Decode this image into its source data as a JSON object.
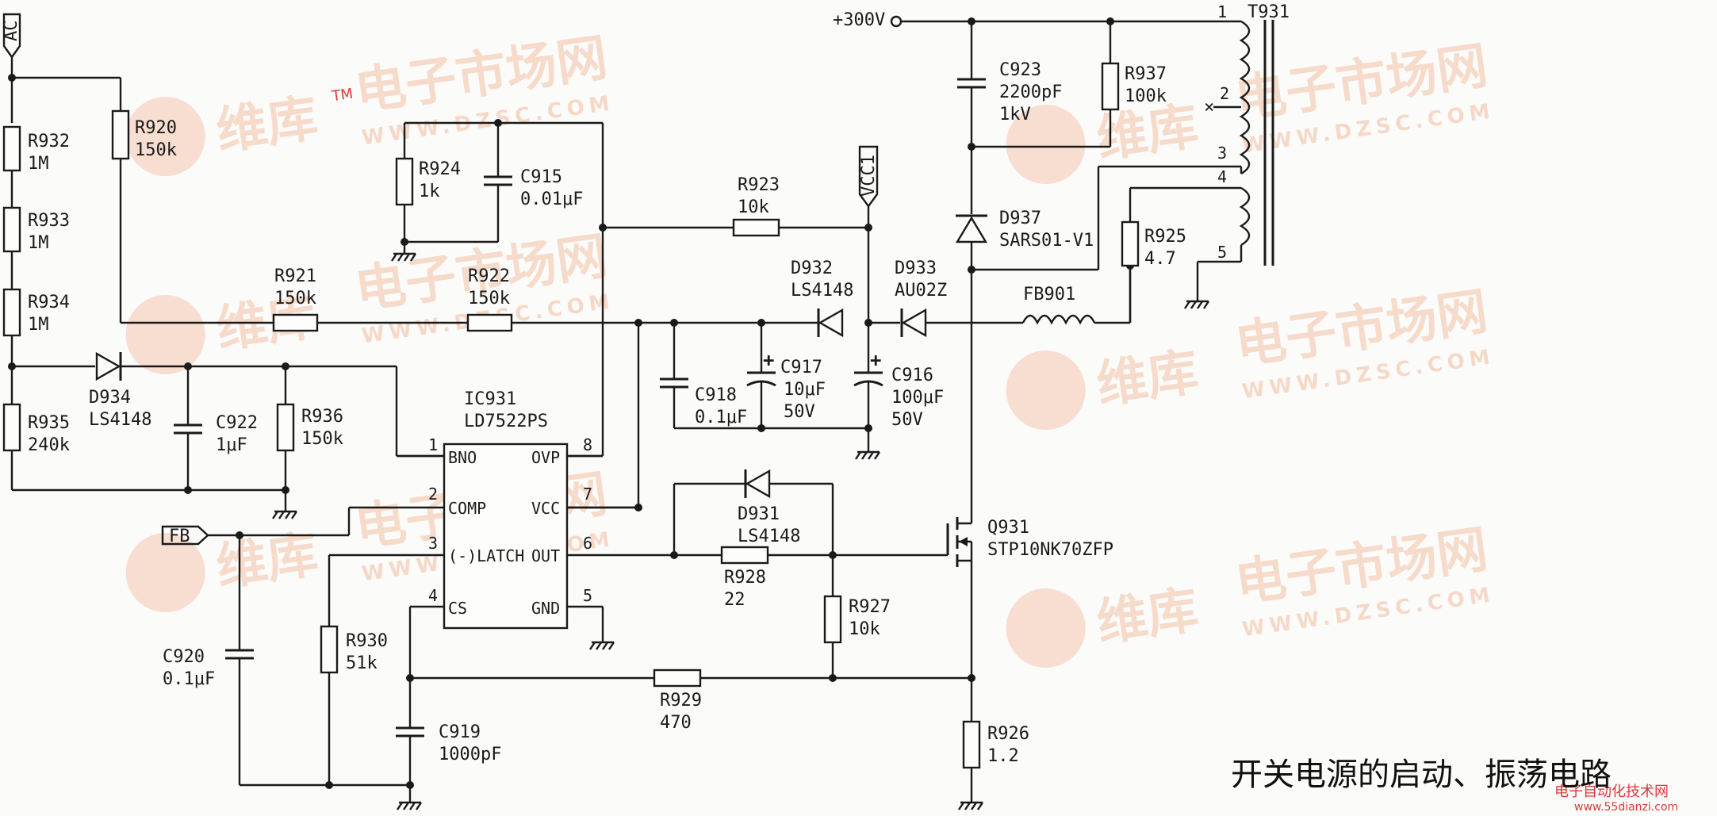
{
  "title": "开关电源的启动、振荡电路",
  "watermark": {
    "brand": "维库",
    "market": "电子市场网",
    "tm": "TM",
    "url": "WWW.DZSC.COM",
    "corner_site": "电子自动化技术网",
    "corner_url": "www.55dianzi.com"
  },
  "nets": {
    "ac": "AC",
    "vcc1": "VCC1",
    "fb": "FB",
    "hv": "+300V"
  },
  "resistors": {
    "r932": {
      "ref": "R932",
      "val": "1M"
    },
    "r933": {
      "ref": "R933",
      "val": "1M"
    },
    "r934": {
      "ref": "R934",
      "val": "1M"
    },
    "r935": {
      "ref": "R935",
      "val": "240k"
    },
    "r920": {
      "ref": "R920",
      "val": "150k"
    },
    "r921": {
      "ref": "R921",
      "val": "150k"
    },
    "r922": {
      "ref": "R922",
      "val": "150k"
    },
    "r924": {
      "ref": "R924",
      "val": "1k"
    },
    "r923": {
      "ref": "R923",
      "val": "10k"
    },
    "r936": {
      "ref": "R936",
      "val": "150k"
    },
    "r930": {
      "ref": "R930",
      "val": "51k"
    },
    "r928": {
      "ref": "R928",
      "val": "22"
    },
    "r927": {
      "ref": "R927",
      "val": "10k"
    },
    "r929": {
      "ref": "R929",
      "val": "470"
    },
    "r926": {
      "ref": "R926",
      "val": "1.2"
    },
    "r937": {
      "ref": "R937",
      "val": "100k"
    },
    "r925": {
      "ref": "R925",
      "val": "4.7"
    }
  },
  "capacitors": {
    "c915": {
      "ref": "C915",
      "val": "0.01μF"
    },
    "c922": {
      "ref": "C922",
      "val": "1μF"
    },
    "c918": {
      "ref": "C918",
      "val": "0.1μF"
    },
    "c917": {
      "ref": "C917",
      "val": "10μF",
      "volt": "50V"
    },
    "c916": {
      "ref": "C916",
      "val": "100μF",
      "volt": "50V"
    },
    "c920": {
      "ref": "C920",
      "val": "0.1μF"
    },
    "c919": {
      "ref": "C919",
      "val": "1000pF"
    },
    "c923": {
      "ref": "C923",
      "val": "2200pF",
      "volt": "1kV"
    }
  },
  "diodes": {
    "d934": {
      "ref": "D934",
      "val": "LS4148"
    },
    "d932": {
      "ref": "D932",
      "val": "LS4148"
    },
    "d933": {
      "ref": "D933",
      "val": "AU02Z"
    },
    "d931": {
      "ref": "D931",
      "val": "LS4148"
    },
    "d937": {
      "ref": "D937",
      "val": "SARS01-V1"
    }
  },
  "ic": {
    "ref": "IC931",
    "part": "LD7522PS",
    "pins": [
      {
        "num": "1",
        "name": "BNO"
      },
      {
        "num": "2",
        "name": "COMP"
      },
      {
        "num": "3",
        "name": "(-)LATCH"
      },
      {
        "num": "4",
        "name": "CS"
      },
      {
        "num": "5",
        "name": "GND"
      },
      {
        "num": "6",
        "name": "OUT"
      },
      {
        "num": "7",
        "name": "VCC"
      },
      {
        "num": "8",
        "name": "OVP"
      }
    ]
  },
  "mosfet": {
    "ref": "Q931",
    "part": "STP10NK70ZFP"
  },
  "ferrite": {
    "ref": "FB901"
  },
  "transformer": {
    "ref": "T931",
    "pins": [
      "1",
      "2",
      "3",
      "4",
      "5"
    ]
  },
  "nc_mark": "×"
}
